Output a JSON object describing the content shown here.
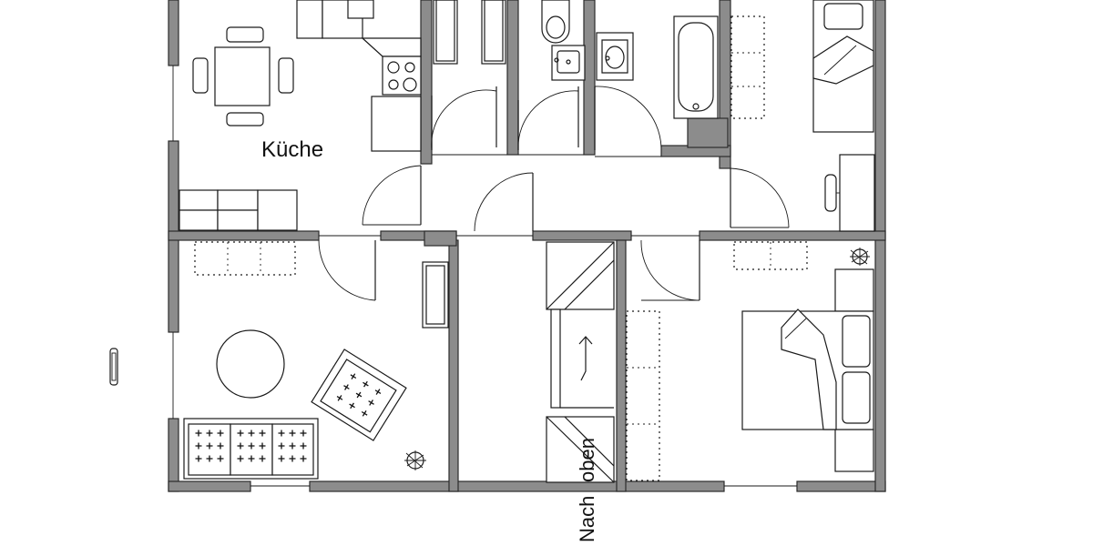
{
  "rooms": {
    "kitchen_label": "Küche"
  },
  "stairs": {
    "label_up": "oben",
    "label_down": "Nach"
  },
  "colors": {
    "wall": "#8c8c8c",
    "line": "#1a1a1a",
    "background": "#ffffff"
  }
}
